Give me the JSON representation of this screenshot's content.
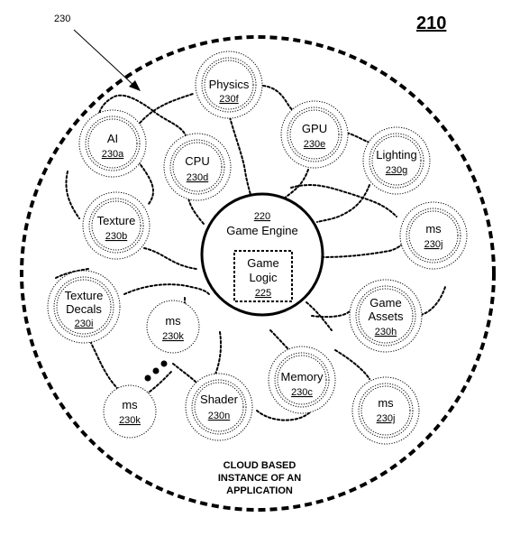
{
  "figure_number": "210",
  "pointer_label": "230",
  "engine": {
    "number": "220",
    "label": "Game Engine"
  },
  "logic": {
    "line1": "Game",
    "line2": "Logic",
    "number": "225"
  },
  "caption": [
    "CLOUD BASED",
    "INSTANCE OF AN",
    "APPLICATION"
  ],
  "nodes": {
    "physics": {
      "label": "Physics",
      "ref": "230f"
    },
    "ai": {
      "label": "AI",
      "ref": "230a"
    },
    "cpu": {
      "label": "CPU",
      "ref": "230d"
    },
    "gpu": {
      "label": "GPU",
      "ref": "230e"
    },
    "lighting": {
      "label": "Lighting",
      "ref": "230g"
    },
    "texture": {
      "label": "Texture",
      "ref": "230b"
    },
    "ms_right": {
      "label": "ms",
      "ref": "230j"
    },
    "texture_decals": {
      "line1": "Texture",
      "line2": "Decals",
      "ref": "230i"
    },
    "game_assets": {
      "line1": "Game",
      "line2": "Assets",
      "ref": "230h"
    },
    "ms_center": {
      "label": "ms",
      "ref": "230k"
    },
    "memory": {
      "label": "Memory",
      "ref": "230c"
    },
    "ms_lower_left": {
      "label": "ms",
      "ref": "230k"
    },
    "shader": {
      "label": "Shader",
      "ref": "230n"
    },
    "ms_lower_right": {
      "label": "ms",
      "ref": "230j"
    }
  }
}
